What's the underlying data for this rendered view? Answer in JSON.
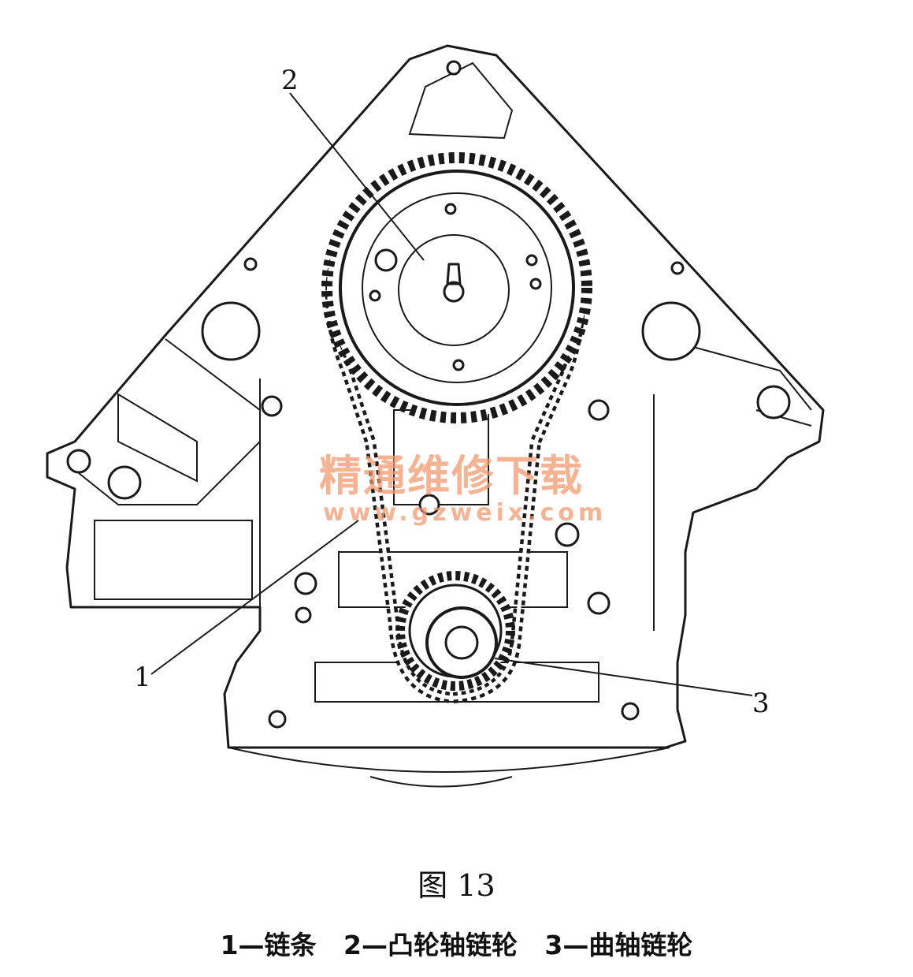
{
  "callouts": {
    "one": "1",
    "two": "2",
    "three": "3"
  },
  "watermark": {
    "cn": "精通维修下载",
    "url": "www.gzweix.com"
  },
  "figure": {
    "title": "图 13",
    "legend": "1—链条   2—凸轮轴链轮   3—曲轴链轮"
  }
}
